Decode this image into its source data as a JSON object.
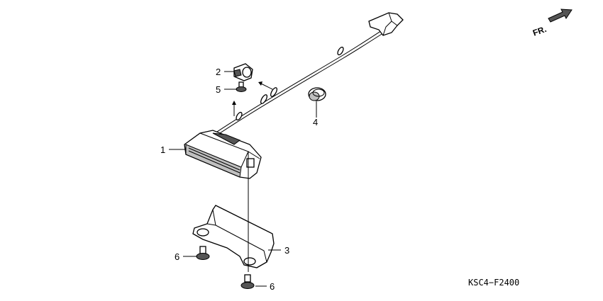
{
  "direction_indicator": {
    "label": "FR."
  },
  "diagram_code": "KSC4−F2400",
  "callouts": [
    {
      "id": "part-1",
      "number": "1"
    },
    {
      "id": "part-2",
      "number": "2"
    },
    {
      "id": "part-3",
      "number": "3"
    },
    {
      "id": "part-4",
      "number": "4"
    },
    {
      "id": "part-5",
      "number": "5"
    },
    {
      "id": "part-6a",
      "number": "6"
    },
    {
      "id": "part-6b",
      "number": "6"
    }
  ]
}
